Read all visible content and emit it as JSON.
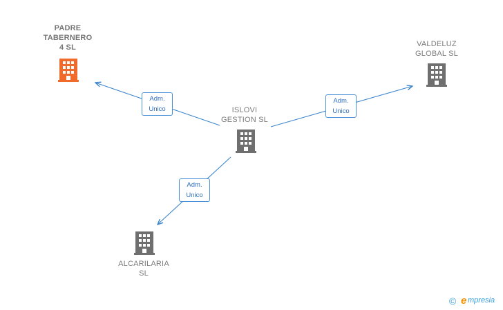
{
  "colors": {
    "edge": "#3d85cc",
    "building_main": "#f06a2c",
    "building_other": "#6f6f6f"
  },
  "nodes": [
    {
      "id": "padre",
      "label": "PADRE\nTABERNERO\n4  SL",
      "icon": "building-icon",
      "highlight": true
    },
    {
      "id": "valdeluz",
      "label": "VALDELUZ\nGLOBAL  SL",
      "icon": "building-icon",
      "highlight": false
    },
    {
      "id": "islovi",
      "label": "ISLOVI\nGESTION  SL",
      "icon": "building-icon",
      "highlight": false
    },
    {
      "id": "alcarilaria",
      "label": "ALCARILARIA\nSL",
      "icon": "building-icon",
      "highlight": false
    }
  ],
  "edges": [
    {
      "from": "islovi",
      "to": "padre",
      "label": "Adm.\nUnico"
    },
    {
      "from": "islovi",
      "to": "valdeluz",
      "label": "Adm.\nUnico"
    },
    {
      "from": "islovi",
      "to": "alcarilaria",
      "label": "Adm.\nUnico"
    }
  ],
  "footer": {
    "copyright_symbol": "©",
    "brand_initial": "e",
    "brand_rest": "mpresia"
  }
}
